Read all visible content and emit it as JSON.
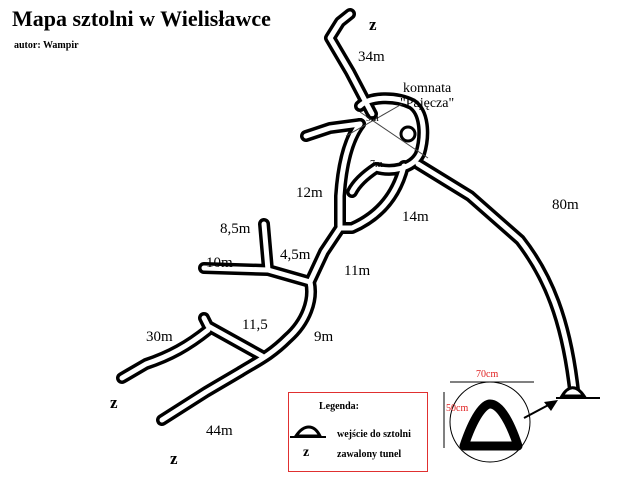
{
  "title": "Mapa sztolni w Wielisławce",
  "author": "autor: Wampir",
  "chamber": {
    "line1": "komnata",
    "line2": "\"Pajęcza\""
  },
  "labels": {
    "l34m": "34m",
    "l9m_small": "9m",
    "l7m_small": "7m",
    "l12m": "12m",
    "l14m": "14m",
    "l80m": "80m",
    "l8_5m": "8,5m",
    "l4_5m": "4,5m",
    "l10m": "10m",
    "l11m": "11m",
    "l11_5": "11,5",
    "l30m": "30m",
    "l9m": "9m",
    "l44m": "44m"
  },
  "collapse_markers": [
    "z",
    "z",
    "z"
  ],
  "entrance_detail": {
    "width": "70cm",
    "height": "50cm"
  },
  "legend": {
    "title": "Legenda:",
    "entrance": "wejście do sztolni",
    "collapse_symbol": "z",
    "collapse": "zawalony tunel"
  },
  "colors": {
    "tunnel": "#000000",
    "legend_border": "#e03030",
    "dimension": "#e02020"
  }
}
